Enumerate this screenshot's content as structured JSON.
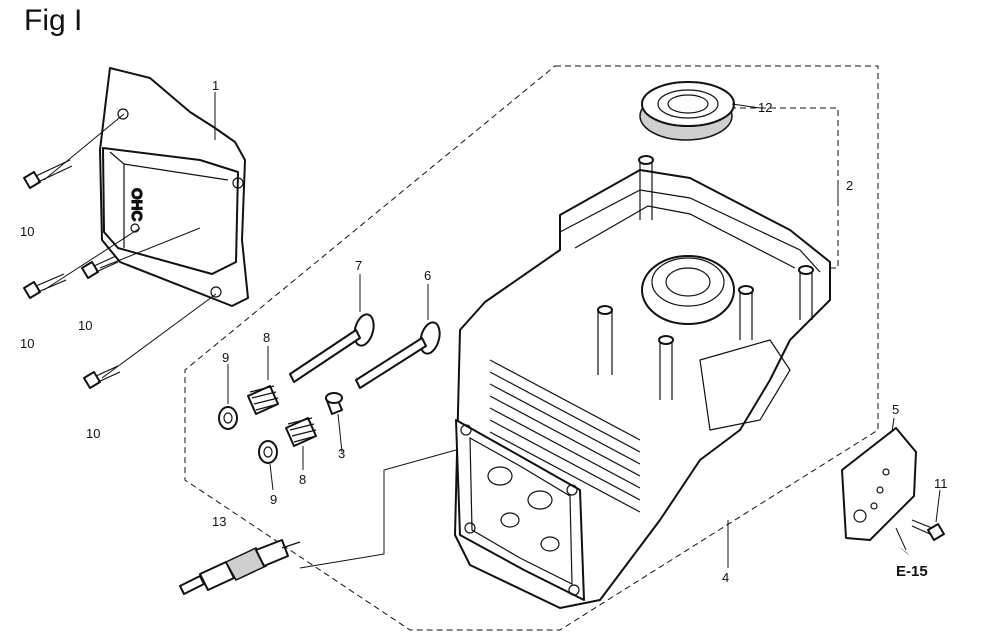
{
  "title": "Fig I",
  "logo_text": "OHC",
  "reference": "E-15",
  "callouts": [
    "1",
    "2",
    "3",
    "4",
    "5",
    "6",
    "7",
    "8",
    "8",
    "9",
    "9",
    "10",
    "10",
    "10",
    "10",
    "11",
    "12",
    "13"
  ]
}
